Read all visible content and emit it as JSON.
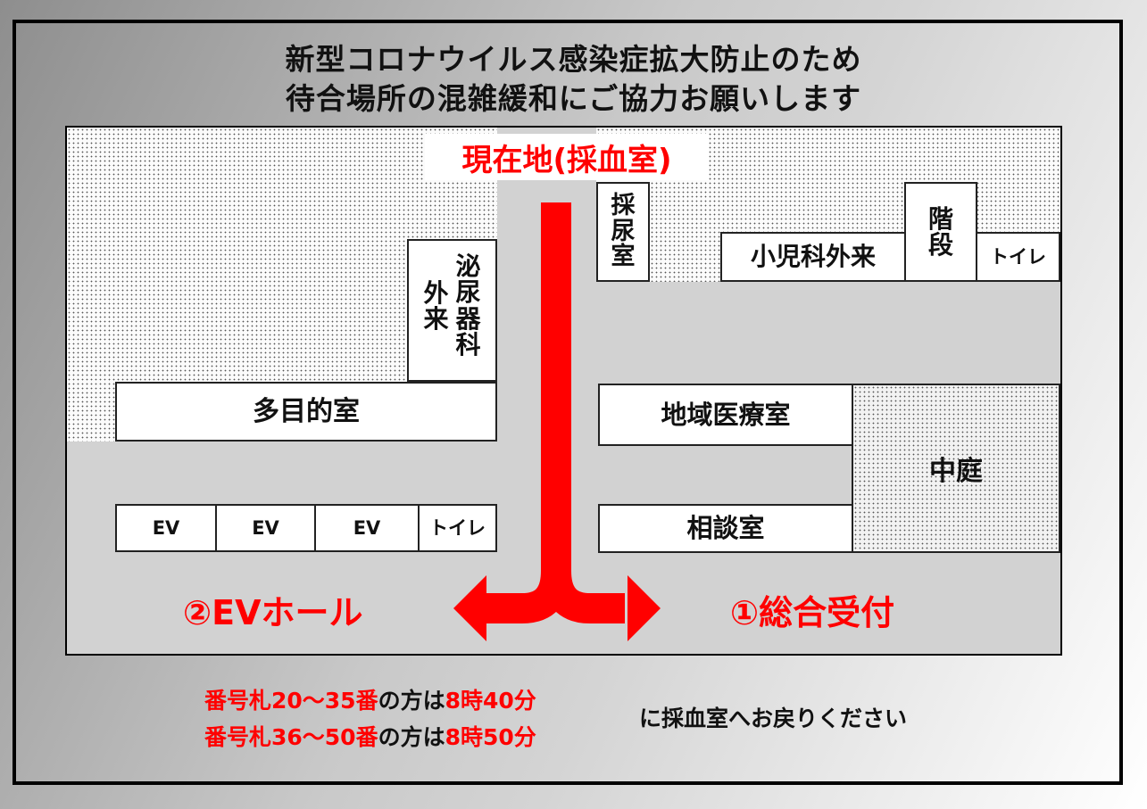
{
  "title": {
    "line1": "新型コロナウイルス感染症拡大防止のため",
    "line2": "待合場所の混雑緩和にご協力お願いします"
  },
  "map": {
    "current_location": "現在地(採血室)",
    "rooms": {
      "urology": {
        "col1": [
          "外",
          "来"
        ],
        "col2": [
          "泌",
          "尿",
          "器",
          "科"
        ]
      },
      "multipurpose": "多目的室",
      "ev1": "EV",
      "ev2": "EV",
      "ev3": "EV",
      "toilet_left": "トイレ",
      "urine_collection": [
        "採",
        "尿",
        "室"
      ],
      "pediatrics": "小児科外来",
      "stairs": [
        "階",
        "段"
      ],
      "toilet_right": "トイレ",
      "regional_medical": "地域医療室",
      "consultation": "相談室",
      "courtyard": "中庭"
    },
    "destinations": {
      "ev_hall": "②EVホール",
      "reception": "①総合受付"
    }
  },
  "notice": {
    "row1": {
      "ticket": "番号札20～35番",
      "mid": "の方は",
      "time": "8時40分"
    },
    "row2": {
      "ticket": "番号札36～50番",
      "mid": "の方は",
      "time": "8時50分"
    },
    "suffix": "に採血室へお戻りください"
  },
  "colors": {
    "accent": "#ff0000",
    "frame": "#000000",
    "corridor": "#d2d2d2"
  }
}
